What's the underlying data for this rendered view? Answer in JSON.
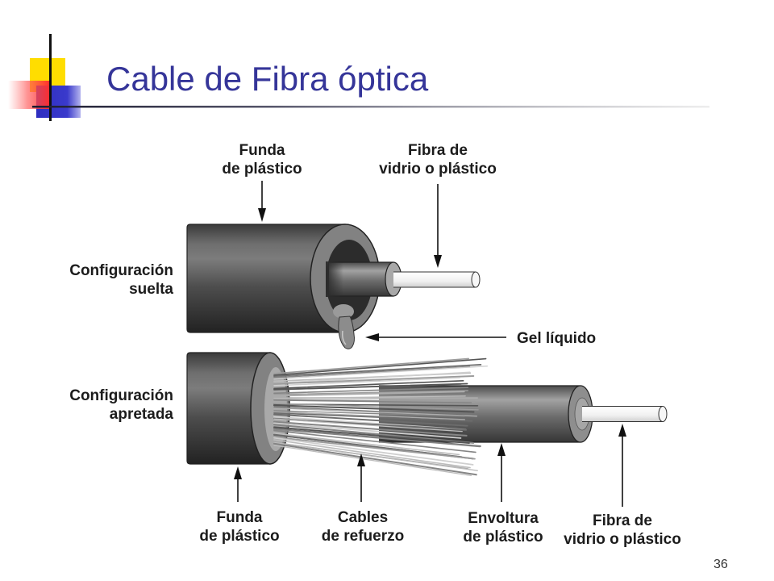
{
  "slide": {
    "title": "Cable de Fibra óptica",
    "page_number": "36",
    "colors": {
      "title": "#353599",
      "logo_yellow": "#ffdd00",
      "logo_red": "#ff2a2a",
      "logo_blue": "#2e2ec0"
    }
  },
  "diagram": {
    "top_labels": {
      "jacket": [
        "Funda",
        "de plástico"
      ],
      "fiber": [
        "Fibra de",
        "vidrio o plástico"
      ]
    },
    "loose_configuration": [
      "Configuración",
      "suelta"
    ],
    "gel": "Gel líquido",
    "tight_configuration": [
      "Configuración",
      "apretada"
    ],
    "bottom_labels": {
      "jacket": [
        "Funda",
        "de plástico"
      ],
      "strength_cables": [
        "Cables",
        "de refuerzo"
      ],
      "buffer": [
        "Envoltura",
        "de plástico"
      ],
      "fiber": [
        "Fibra de",
        "vidrio o plástico"
      ]
    }
  }
}
